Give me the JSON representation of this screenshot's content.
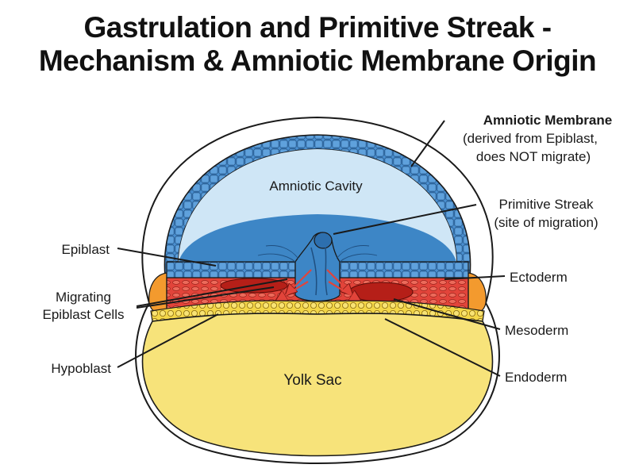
{
  "title": {
    "line1": "Gastrulation and Primitive Streak -",
    "line2": "Mechanism & Amniotic Membrane Origin"
  },
  "labels": {
    "amniotic_membrane": {
      "line1": "Amniotic Membrane",
      "line2": "(derived from Epiblast,",
      "line3": "does NOT migrate)"
    },
    "amniotic_cavity": "Amniotic Cavity",
    "primitive_streak": {
      "line1": "Primitive Streak",
      "line2": "(site of migration)"
    },
    "epiblast": "Epiblast",
    "migrating_cells": {
      "line1": "Migrating",
      "line2": "Epiblast Cells"
    },
    "hypoblast": "Hypoblast",
    "ectoderm": "Ectoderm",
    "mesoderm": "Mesoderm",
    "endoderm": "Endoderm",
    "yolk_sac": "Yolk Sac"
  },
  "colors": {
    "amnion_blue": "#3d86c6",
    "cavity_fill": "#cfe6f6",
    "ectoderm_blue": "#4a8fd0",
    "mesoderm_red": "#e2443a",
    "endoderm_yellow": "#f3d648",
    "yolk_fill": "#f7e37a",
    "outer_orange": "#f39a2e",
    "outline": "#1a1a1a"
  }
}
